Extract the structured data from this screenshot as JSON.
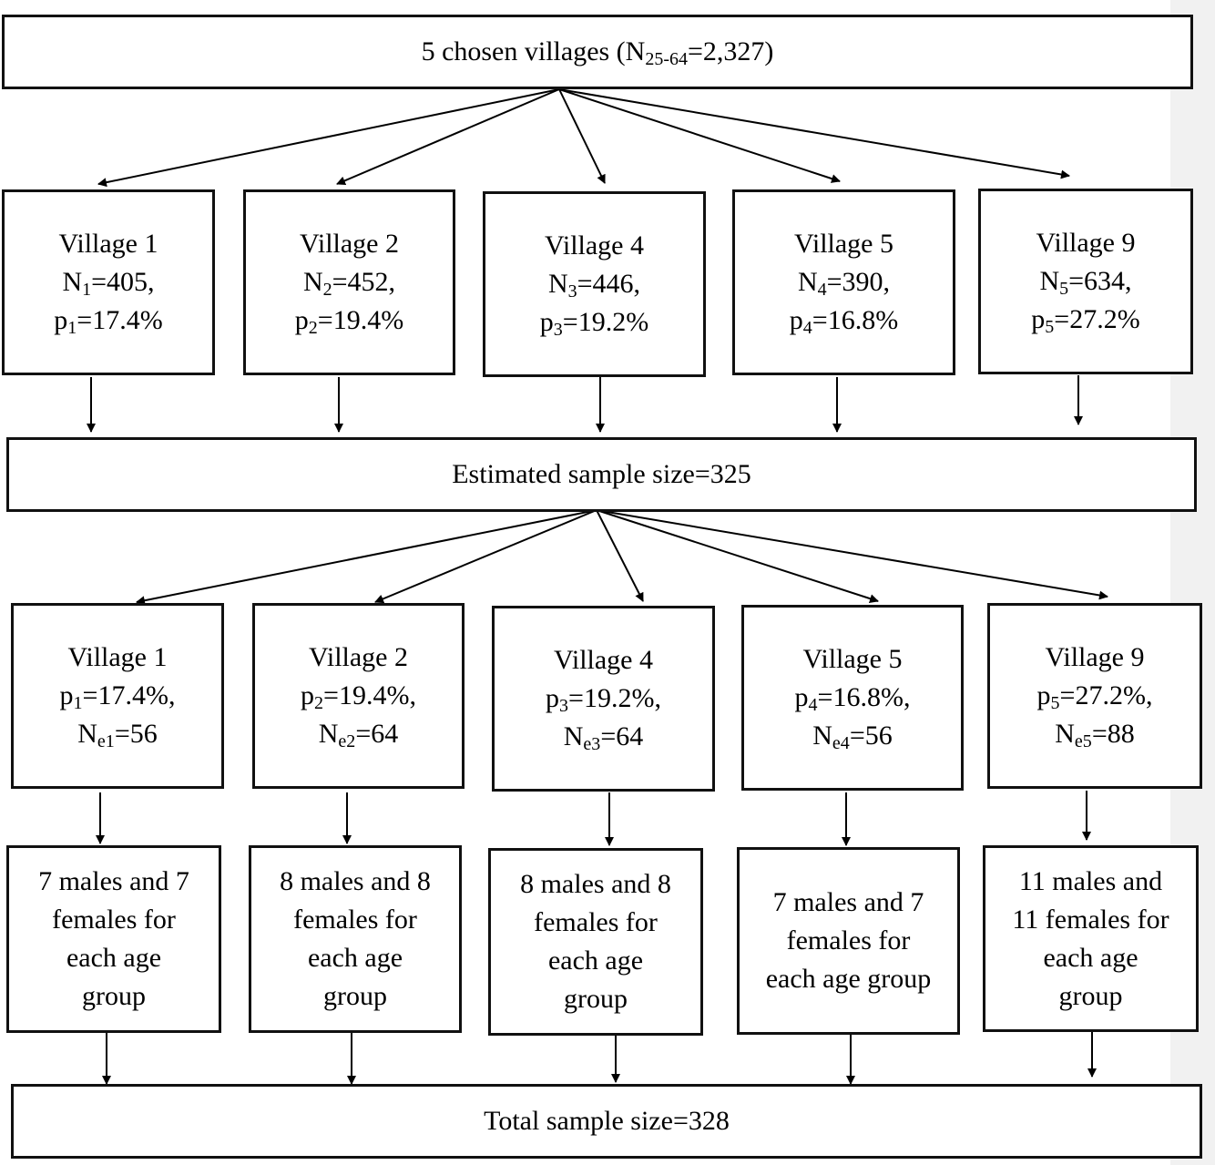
{
  "top": {
    "prefix": "5 chosen villages (N",
    "sub": "25-64",
    "suffix": "=2,327)"
  },
  "row1": [
    {
      "title": "Village 1",
      "n_var": "N",
      "n_sub": "1",
      "n_val": "=405,",
      "p_var": "p",
      "p_sub": "1",
      "p_val": "=17.4%"
    },
    {
      "title": "Village 2",
      "n_var": "N",
      "n_sub": "2",
      "n_val": "=452,",
      "p_var": "p",
      "p_sub": "2",
      "p_val": "=19.4%"
    },
    {
      "title": "Village 4",
      "n_var": "N",
      "n_sub": "3",
      "n_val": "=446,",
      "p_var": "p",
      "p_sub": "3",
      "p_val": "=19.2%"
    },
    {
      "title": "Village 5",
      "n_var": "N",
      "n_sub": "4",
      "n_val": "=390,",
      "p_var": "p",
      "p_sub": "4",
      "p_val": "=16.8%"
    },
    {
      "title": "Village 9",
      "n_var": "N",
      "n_sub": "5",
      "n_val": "=634,",
      "p_var": "p",
      "p_sub": "5",
      "p_val": "=27.2%"
    }
  ],
  "middle": {
    "label": "Estimated sample size=325"
  },
  "row2": [
    {
      "title": "Village 1",
      "p_var": "p",
      "p_sub": "1",
      "p_val": "=17.4%,",
      "n_var": "N",
      "n_sub": "e1",
      "n_val": "=56"
    },
    {
      "title": "Village 2",
      "p_var": "p",
      "p_sub": "2",
      "p_val": "=19.4%,",
      "n_var": "N",
      "n_sub": "e2",
      "n_val": "=64"
    },
    {
      "title": "Village 4",
      "p_var": "p",
      "p_sub": "3",
      "p_val": "=19.2%,",
      "n_var": "N",
      "n_sub": "e3",
      "n_val": "=64"
    },
    {
      "title": "Village 5",
      "p_var": "p",
      "p_sub": "4",
      "p_val": "=16.8%,",
      "n_var": "N",
      "n_sub": "e4",
      "n_val": "=56"
    },
    {
      "title": "Village 9",
      "p_var": "p",
      "p_sub": "5",
      "p_val": "=27.2%,",
      "n_var": "N",
      "n_sub": "e5",
      "n_val": "=88"
    }
  ],
  "row3": [
    {
      "lines": [
        "7 males and 7",
        "females for",
        "each age",
        "group"
      ]
    },
    {
      "lines": [
        "8 males and 8",
        "females for",
        "each age",
        "group"
      ]
    },
    {
      "lines": [
        "8 males and 8",
        "females for",
        "each age",
        "group"
      ]
    },
    {
      "lines": [
        "7 males and 7",
        "females for",
        "each age group"
      ]
    },
    {
      "lines": [
        "11 males and",
        "11 females for",
        "each age",
        "group"
      ]
    }
  ],
  "bottom": {
    "label": "Total sample size=328"
  }
}
